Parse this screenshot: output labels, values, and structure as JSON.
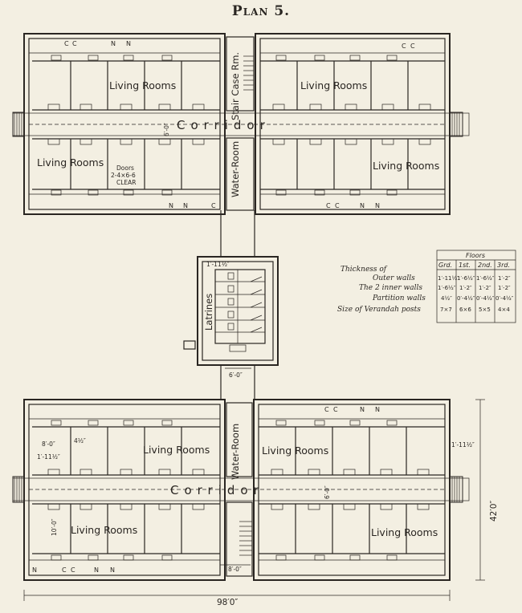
{
  "title": "Plan 5.",
  "labels": {
    "living_rooms": "Living Rooms",
    "corridor": "Corridor",
    "stair_case": "Stair Case Rm.",
    "water_room": "Water-Room",
    "latrines": "Latrines",
    "doors_line1": "Doors",
    "doors_line2": "2-4×6-6",
    "doors_line3": "CLEAR"
  },
  "marks": {
    "n": "N",
    "c": "C"
  },
  "dimensions": {
    "overall_width": "98′0″",
    "overall_depth": "42′0″",
    "corridor_width": "6′-0″",
    "latrine_passage": "6′-0″",
    "latrine_wall": "1′-11½″",
    "room_depth": "10′-0″",
    "room_width": "8′-0″",
    "wall_half": "4½″",
    "outer_wall": "1′-11½″",
    "outer_wall_right": "1′-11½″",
    "stair_width": "8′-0″"
  },
  "legend": {
    "header": "Floors",
    "columns": [
      "Grd.",
      "1st.",
      "2nd.",
      "3rd."
    ],
    "rows": [
      {
        "label": "Thickness of",
        "values": [
          "",
          "",
          "",
          ""
        ]
      },
      {
        "label": "Outer walls",
        "values": [
          "1′-11½″",
          "1′-6½″",
          "1′-6½″",
          "1′-2″"
        ]
      },
      {
        "label": "The 2 inner walls",
        "values": [
          "1′-6½″",
          "1′-2″",
          "1′-2″",
          "1′-2″"
        ]
      },
      {
        "label": "Partition walls",
        "values": [
          "4½″",
          "0′-4½″",
          "0′-4½″",
          "0′-4½″"
        ]
      },
      {
        "label": "Size of Verandah posts",
        "values": [
          "7×7",
          "6×6",
          "5×5",
          "4×4"
        ]
      }
    ]
  }
}
